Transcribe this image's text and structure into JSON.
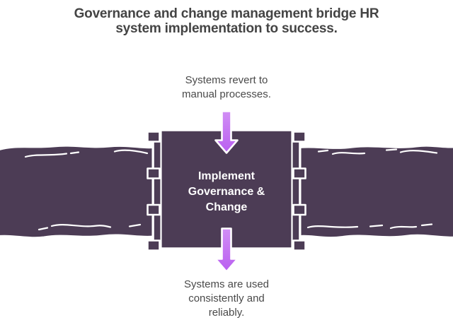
{
  "colors": {
    "background": "#ffffff",
    "land": "#4c3c55",
    "outline": "#ffffff",
    "arrow_light": "#d18ef5",
    "arrow_dark": "#b95ff0",
    "title_text": "#444444",
    "label_text": "#4a4a4a",
    "box_text": "#ffffff"
  },
  "title": {
    "lines": [
      "Governance and change management bridge HR",
      "system implementation to success."
    ]
  },
  "diagram": {
    "top_label": {
      "lines": [
        "Systems revert to",
        "manual processes."
      ]
    },
    "bridge_label": {
      "lines": [
        "Implement",
        "Governance &",
        "Change"
      ]
    },
    "bottom_label": {
      "lines": [
        "Systems are used",
        "consistently and",
        "reliably."
      ]
    },
    "icons": {
      "left_land": "landmass-shape",
      "right_land": "landmass-shape",
      "bridge": "bridge-deck",
      "top_arrow": "down-arrow",
      "bottom_arrow": "down-arrow"
    }
  }
}
